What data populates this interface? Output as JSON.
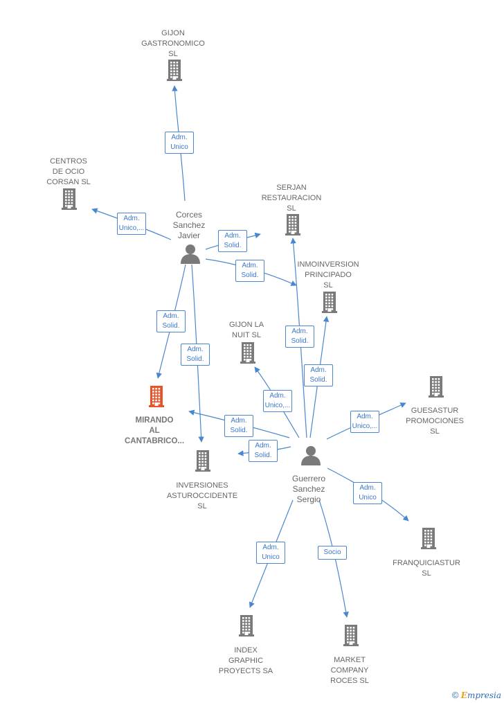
{
  "colors": {
    "company": "#7a7a7a",
    "highlight": "#e8542a",
    "person": "#7a7a7a",
    "edge": "#4a86d0"
  },
  "nodes": [
    {
      "id": "gijon_gastronomico",
      "kind": "company",
      "label": "GIJON\nGASTRONOMICO\nSL"
    },
    {
      "id": "centros_ocio",
      "kind": "company",
      "label": "CENTROS\nDE OCIO\nCORSAN SL"
    },
    {
      "id": "serjan",
      "kind": "company",
      "label": "SERJAN\nRESTAURACION\nSL"
    },
    {
      "id": "inmoinversion",
      "kind": "company",
      "label": "INMOINVERSION\nPRINCIPADO\nSL"
    },
    {
      "id": "gijon_nuit",
      "kind": "company",
      "label": "GIJON LA\nNUIT SL"
    },
    {
      "id": "mirando",
      "kind": "highlight",
      "label": "MIRANDO\nAL\nCANTABRICO..."
    },
    {
      "id": "inversiones",
      "kind": "company",
      "label": "INVERSIONES\nASTUROCCIDENTE\nSL"
    },
    {
      "id": "guesastur",
      "kind": "company",
      "label": "GUESASTUR\nPROMOCIONES\nSL"
    },
    {
      "id": "franquiciastur",
      "kind": "company",
      "label": "FRANQUICIASTUR SL"
    },
    {
      "id": "index",
      "kind": "company",
      "label": "INDEX\nGRAPHIC\nPROYECTS SA"
    },
    {
      "id": "market",
      "kind": "company",
      "label": "MARKET\nCOMPANY\nROCES  SL"
    },
    {
      "id": "corces",
      "kind": "person",
      "label": "Corces\nSanchez\nJavier"
    },
    {
      "id": "guerrero",
      "kind": "person",
      "label": "Guerrero\nSanchez\nSergio"
    }
  ],
  "edges": [
    {
      "from": "corces",
      "to": "gijon_gastronomico",
      "label": "Adm.\nUnico"
    },
    {
      "from": "corces",
      "to": "centros_ocio",
      "label": "Adm.\nUnico,..."
    },
    {
      "from": "corces",
      "to": "serjan",
      "label": "Adm.\nSolid."
    },
    {
      "from": "corces",
      "to": "inmoinversion",
      "label": "Adm.\nSolid."
    },
    {
      "from": "corces",
      "to": "mirando",
      "label": "Adm.\nSolid."
    },
    {
      "from": "corces",
      "to": "inversiones",
      "label": "Adm.\nSolid."
    },
    {
      "from": "guerrero",
      "to": "serjan",
      "label": "Adm.\nSolid."
    },
    {
      "from": "guerrero",
      "to": "inmoinversion",
      "label": "Adm.\nSolid."
    },
    {
      "from": "guerrero",
      "to": "gijon_nuit",
      "label": "Adm.\nUnico,..."
    },
    {
      "from": "guerrero",
      "to": "mirando",
      "label": "Adm.\nSolid."
    },
    {
      "from": "guerrero",
      "to": "inversiones",
      "label": "Adm.\nSolid."
    },
    {
      "from": "guerrero",
      "to": "guesastur",
      "label": "Adm.\nUnico,..."
    },
    {
      "from": "guerrero",
      "to": "franquiciastur",
      "label": "Adm.\nUnico"
    },
    {
      "from": "guerrero",
      "to": "index",
      "label": "Adm.\nUnico"
    },
    {
      "from": "guerrero",
      "to": "market",
      "label": "Socio"
    }
  ],
  "footer": {
    "copyright": "©",
    "brand_first": "E",
    "brand_rest": "mpresia"
  }
}
